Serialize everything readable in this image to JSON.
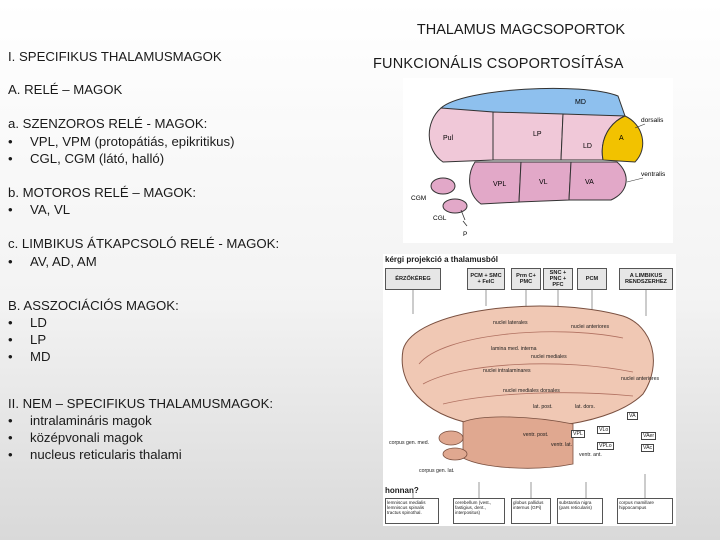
{
  "header": {
    "title": "THALAMUS MAGCSOPORTOK",
    "subtitle": "FUNKCIONÁLIS CSOPORTOSÍTÁSA"
  },
  "left": {
    "h1": "I. SPECIFIKUS THALAMUSMAGOK",
    "h_a": "A. RELÉ – MAGOK",
    "sec_a": "a. SZENZOROS RELÉ  - MAGOK:",
    "sec_a_items": [
      "VPL, VPM (protopátiás, epikritikus)",
      "CGL, CGM (látó, halló)"
    ],
    "sec_b": "b. MOTOROS RELÉ – MAGOK:",
    "sec_b_items": [
      "VA, VL"
    ],
    "sec_c": "c. LIMBIKUS ÁTKAPCSOLÓ RELÉ - MAGOK:",
    "sec_c_items": [
      "AV, AD, AM"
    ],
    "h_b": "B. ASSZOCIÁCIÓS MAGOK:",
    "sec_bb_items": [
      "LD",
      "LP",
      "MD"
    ],
    "h2": "II. NEM – SPECIFIKUS THALAMUSMAGOK:",
    "sec2_items": [
      "intralamináris magok",
      "középvonali magok",
      "nucleus reticularis thalami"
    ],
    "bullet_char": "•"
  },
  "fig1": {
    "labels": {
      "md": "MD",
      "pul": "Pul",
      "lp": "LP",
      "ld": "LD",
      "a": "A",
      "vpl": "VPL",
      "vl": "VL",
      "va": "VA",
      "cgm": "CGM",
      "cgl": "CGL",
      "p": "P",
      "dorsalis": "dorsalis",
      "ventralis": "ventralis"
    },
    "colors": {
      "md": "#8ec0ee",
      "dorsal": "#f0c8d8",
      "ventral": "#e2a8c8",
      "anterior": "#f2c200",
      "outline": "#333333"
    }
  },
  "fig2": {
    "title": "kérgi projekció a thalamusból",
    "headers": [
      "ÉRZŐKÉREG",
      "PCM + SMC + FelC",
      "Prm C+ PMC",
      "SNC + PNC + PFC",
      "PCM",
      "A LIMBIKUS RENDSZERHEZ"
    ],
    "labels": {
      "nuclei_laterales": "nuclei laterales",
      "nuclei_anteriores": "nuclei anteriores",
      "lamina_medullaris": "lamina med. interna",
      "nuclei_mediales": "nuclei mediales",
      "nuclei_mediales_dorsales": "nuclei mediales dorsales",
      "nuclei_ant": "nuclei anteriores",
      "nucleus_intralaminaris": "nuclei intralaminares",
      "lat_post": "lat. post.",
      "lat_dors": "lat. dors.",
      "ventr_post": "ventr. post.",
      "ventr_lat": "ventr. lat.",
      "ventr_ant": "ventr. ant.",
      "corpus_gen_med": "corpus gen. med.",
      "corpus_gen_lat": "corpus gen. lat.",
      "va": "VA",
      "vlo": "VLo",
      "vpl": "VPL",
      "vplo": "VPLo",
      "vaer": "VAer",
      "vac": "VAc"
    },
    "honnan": "honnan?",
    "footers": [
      "lemniscus medialis lemniscus spinalis tractus spinothal.",
      "cerebellum (vest., fastigius, dent., interpositus)",
      "globus pallidus internus (GPi)",
      "substantia nigra (pars reticularis)",
      "corpus mamillare hippocampus"
    ],
    "colors": {
      "body": "#f0c8b4",
      "body_dark": "#d89880",
      "header": "#e6e6e6"
    }
  }
}
